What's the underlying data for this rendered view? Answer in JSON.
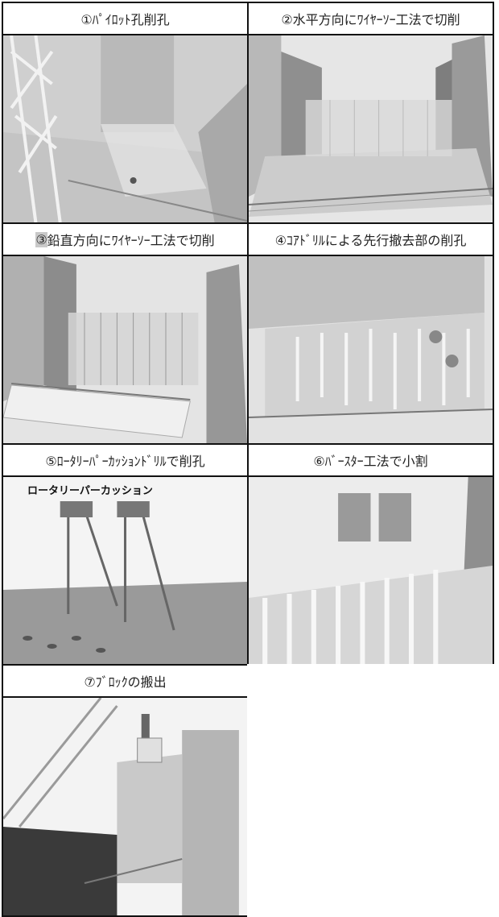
{
  "steps": [
    {
      "label": "①ﾊﾟｲﾛｯﾄ孔削孔"
    },
    {
      "label": "②水平方向にﾜｲﾔｰｿｰ工法で切削"
    },
    {
      "num": "③",
      "text": "鉛直方向にﾜｲﾔｰｿｰ工法で切削"
    },
    {
      "label": "④ｺｱﾄﾞﾘﾙによる先行撤去部の削孔"
    },
    {
      "label": "⑤ﾛｰﾀﾘｰﾊﾟｰｶｯｼｮﾝﾄﾞﾘﾙで削孔",
      "image_text": "ロータリーパーカッション"
    },
    {
      "label": "⑥ﾊﾞｰｽﾀｰ工法で小割"
    },
    {
      "label": "⑦ﾌﾞﾛｯｸの搬出"
    }
  ]
}
